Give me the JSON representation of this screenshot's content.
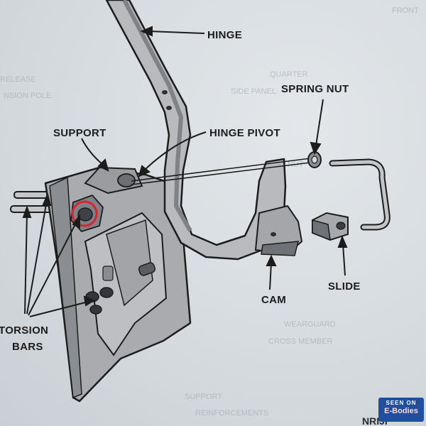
{
  "labels": {
    "hinge": "HINGE",
    "spring_nut": "SPRING NUT",
    "support": "SUPPORT",
    "hinge_pivot": "HINGE PIVOT",
    "torsion": "TORSION",
    "bars": "BARS",
    "slide": "SLIDE",
    "cam": "CAM"
  },
  "watermark": {
    "top": "SEEN ON",
    "mid": "E-Bodies"
  },
  "corner_text": "NRIJI",
  "colors": {
    "paper": "#d8dde0",
    "line": "#1c1c1c",
    "part_fill": "#b4b6b9",
    "part_shadow": "#7f8286",
    "highlight_circle": "#e0202a",
    "badge": "#1f4f9e"
  }
}
